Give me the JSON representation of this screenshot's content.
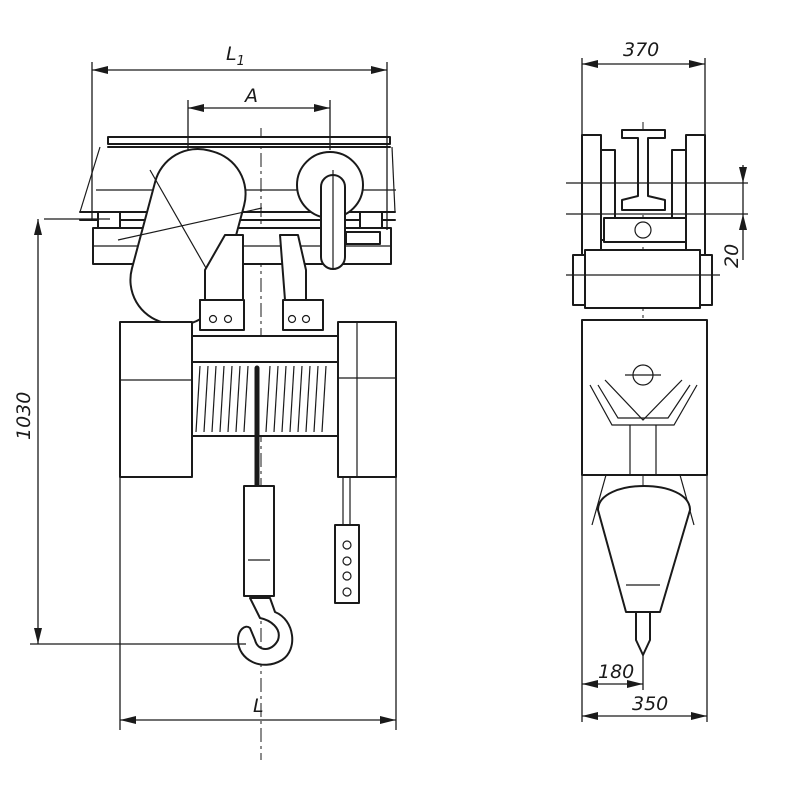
{
  "dimensions": {
    "l1": {
      "base": "L",
      "sub": "1"
    },
    "a": "A",
    "l": "L",
    "h_1030": "1030",
    "w_370": "370",
    "h_20": "20",
    "w_180": "180",
    "w_350": "350"
  }
}
